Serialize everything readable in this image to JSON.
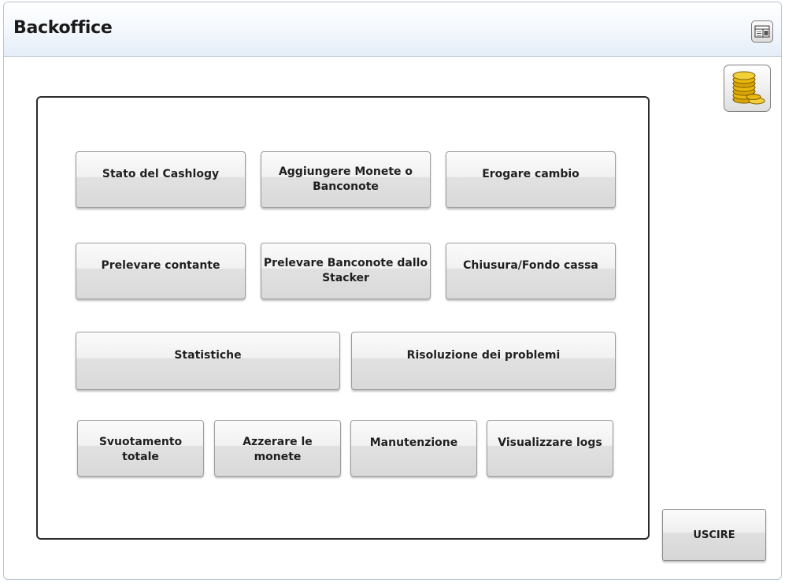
{
  "header": {
    "title": "Backoffice",
    "layout_icon": "window-layout-icon"
  },
  "coins": {
    "icon": "coins-stack-icon",
    "accent": "#e8b80f"
  },
  "menu": {
    "row1": [
      "Stato del Cashlogy",
      "Aggiungere Monete o Banconote",
      "Erogare cambio"
    ],
    "row2": [
      "Prelevare contante",
      "Prelevare Banconote dallo Stacker",
      "Chiusura/Fondo cassa"
    ],
    "row3": [
      "Statistiche",
      "Risoluzione dei problemi"
    ],
    "row4": [
      "Svuotamento totale",
      "Azzerare le monete",
      "Manutenzione",
      "Visualizzare logs"
    ]
  },
  "footer": {
    "exit_label": "USCIRE"
  }
}
